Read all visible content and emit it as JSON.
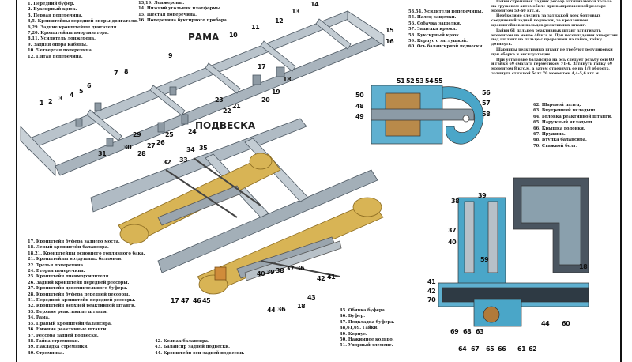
{
  "titles": {
    "frame": "РАМА",
    "suspension": "ПОДВЕСКА"
  },
  "legend_frame": [
    "1. Передний буфер.",
    "2. Буксирный крюк.",
    "3. Первая поперечина.",
    "4,5. Кронштейны передней опоры двигателя.",
    "6,29. Задние кронштейны двигателя.",
    "7,20. Кронштейны амортизатора.",
    "8,11. Усилитель лонжерона.",
    "9. Задняя опора кабины.",
    "10. Четвертая поперечина.",
    "12. Пятая поперечина."
  ],
  "legend_frame_2": [
    "13,19. Лонжероны.",
    "14. Нижний угольник платформы.",
    "15. Шестая поперечина.",
    "16. Поперечина буксирного прибора."
  ],
  "legend_hook": [
    "53,54. Усилители поперечины.",
    "55. Палец защелки.",
    "56. Собачка защелки.",
    "57. Защелка крюка.",
    "58. Буксирный крюк.",
    "59. Корпус с заглушкой.",
    "60. Ось балансирной подвески."
  ],
  "notes": [
    "Гайки стремянок задних рессор затягиваются только на груженом автомобиле при выпрямленной рессоре моментом 50-60 кгс.м.",
    "Необходимо следить за затяжкой всех болтовых соединений задней подвески, за креплением кронштейнов и пальцев реактивных штанг.",
    "Гайки 61 пальцев реактивных штанг затягивать моментом не менее 40 кгс.м. При несовпадении отверстия под шплинт на пальце с прорезями на гайке, гайку дотянуть.",
    "Шарниры реактивных штанг не требуют регулировки при сборке и эксплуатации.",
    "При установке балансира на ось следует резьбу оси 60 и гайки 69 смазать герметиком УГ-6. Затянуть гайку 69 моментом 8 кгс.м, а затем отвернуть ее на 1/8 оборота, затянуть стяжной болт 70 моментом 4,4-5,6 кгс.м."
  ],
  "legend_rod": [
    "62. Шаровой палец.",
    "63. Внутренний вкладыш.",
    "64. Головка реактивной штанги.",
    "65. Наружный вкладыш.",
    "66. Крышка головки.",
    "67. Пружина.",
    "68. Втулка балансира.",
    "70. Стяжной болт."
  ],
  "legend_suspension": [
    "17. Кронштейн буфера заднего моста.",
    "18. Левый кронштейн балансира.",
    "18,21. Кронштейны основного топливного бака.",
    "21. Кронштейны воздушных баллонов.",
    "22. Третья поперечина.",
    "24. Вторая поперечина.",
    "25. Кронштейн пневмоусилителя.",
    "26. Задний кронштейн передней рессоры.",
    "27. Кронштейн дополнительного буфера.",
    "28. Кронштейн буфера передней рессоры.",
    "31. Передний кронштейн передней рессоры.",
    "32. Кронштейн верхней реактивной штанги.",
    "33. Верхние реактивные штанги.",
    "34. Рама.",
    "35. Правый кронштейн балансира.",
    "36. Нижние реактивные штанги.",
    "37. Рессора задней подвески.",
    "38. Гайка стремянки.",
    "39. Накладка стремянки.",
    "40. Стремянка."
  ],
  "legend_balancer": [
    "42. Колпак балансира.",
    "43. Балансир задней подвески.",
    "44. Кронштейн оси задней подвески."
  ],
  "legend_buffer": [
    "45. Обивка буфера.",
    "46. Буфер.",
    "47. Подкладка буфера.",
    "48,61,69. Гайки.",
    "49. Корпус.",
    "50. Нажимное кольцо.",
    "51. Упорный элемент."
  ],
  "callouts": {
    "frame": [
      "1",
      "2",
      "3",
      "4",
      "5",
      "6",
      "7",
      "8",
      "9",
      "10",
      "11",
      "12",
      "13",
      "14",
      "15",
      "16",
      "17",
      "18",
      "19",
      "20",
      "21",
      "22",
      "23",
      "24",
      "25",
      "26",
      "27",
      "28",
      "29",
      "30",
      "31"
    ],
    "suspension": [
      "32",
      "33",
      "34",
      "35",
      "36",
      "37",
      "38",
      "39",
      "40",
      "41",
      "42",
      "43",
      "44",
      "45",
      "46",
      "47",
      "17",
      "18",
      "36"
    ],
    "hook": [
      "48",
      "49",
      "50",
      "51",
      "52",
      "53",
      "54",
      "55",
      "56",
      "57",
      "58"
    ],
    "balancer": [
      "38",
      "39",
      "37",
      "40",
      "59",
      "18",
      "41",
      "42",
      "70",
      "69",
      "68",
      "63",
      "64",
      "67",
      "65",
      "66",
      "61",
      "62",
      "44",
      "60"
    ]
  },
  "colors": {
    "steel": "#b9c3cb",
    "steel_dark": "#7d8a95",
    "spring_yellow": "#d8b455",
    "section_blue": "#4aa6c8",
    "bronze": "#b07a3a"
  }
}
